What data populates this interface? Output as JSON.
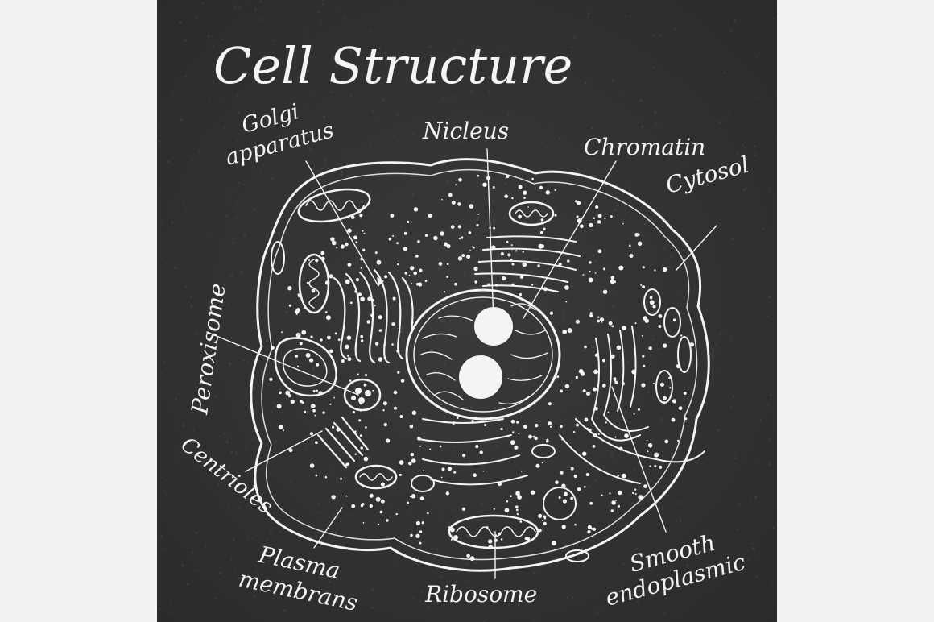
{
  "title": "Cell Structure",
  "labels": {
    "golgi_line1": "Golgi",
    "golgi_line2": "apparatus",
    "nucleus": "Nicleus",
    "chromatin": "Chromatin",
    "cytosol": "Cytosol",
    "peroxisome": "Peroxisome",
    "centrioles": "Centrioles",
    "plasma_line1": "Plasma",
    "plasma_line2": "membrans",
    "ribosome": "Ribosome",
    "smooth_line1": "Smooth",
    "smooth_line2": "endoplasmic"
  },
  "colors": {
    "background": "#f3f2f0",
    "chalkboard": "#323232",
    "chalk": "#f4f4f4"
  }
}
